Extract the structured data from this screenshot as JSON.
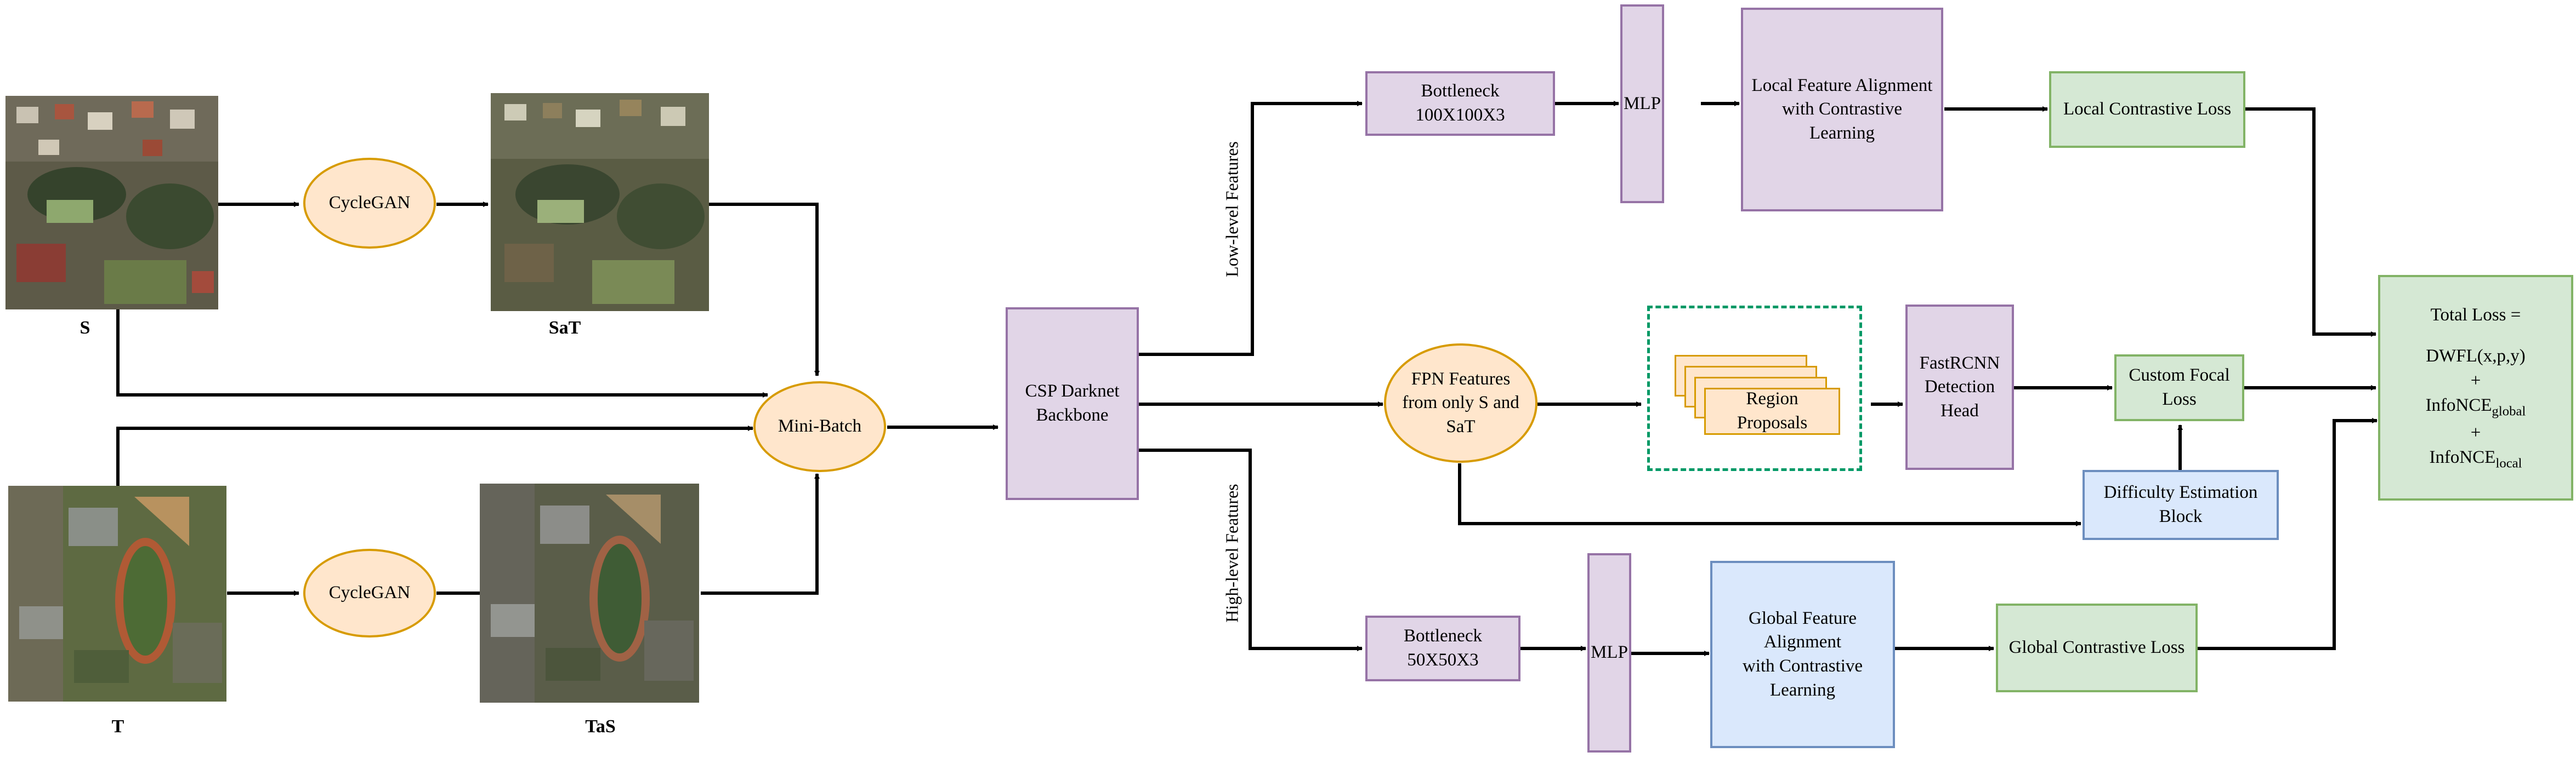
{
  "images": {
    "s": "S",
    "sat": "SaT",
    "t": "T",
    "tas": "TaS"
  },
  "nodes": {
    "cyclegan_top": "CycleGAN",
    "cyclegan_bottom": "CycleGAN",
    "mini_batch": "Mini-Batch",
    "backbone_line1": "CSP Darknet",
    "backbone_line2": "Backbone",
    "bottleneck_low_line1": "Bottleneck",
    "bottleneck_low_line2": "100X100X3",
    "mlp_low": "MLP",
    "local_align_line1": "Local Feature Alignment",
    "local_align_line2": "with Contrastive",
    "local_align_line3": "Learning",
    "local_loss": "Local Contrastive Loss",
    "fpn_line1": "FPN Features",
    "fpn_line2": "from only S and",
    "fpn_line3": "SaT",
    "region_line1": "Region",
    "region_line2": "Proposals",
    "fastrcnn_line1": "FastRCNN",
    "fastrcnn_line2": "Detection",
    "fastrcnn_line3": "Head",
    "focal_line1": "Custom Focal",
    "focal_line2": "Loss",
    "difficulty_line1": "Difficulty Estimation",
    "difficulty_line2": "Block",
    "bottleneck_high_line1": "Bottleneck",
    "bottleneck_high_line2": "50X50X3",
    "mlp_high": "MLP",
    "global_align_line1": "Global Feature",
    "global_align_line2": "Alignment",
    "global_align_line3": "with Contrastive",
    "global_align_line4": "Learning",
    "global_loss": "Global Contrastive Loss",
    "total_title": "Total Loss =",
    "total_term1": "DWFL(x,p,y)",
    "plus1": "+",
    "total_term2_main": "InfoNCE",
    "total_term2_sub": "global",
    "plus2": "+",
    "total_term3_main": "InfoNCE",
    "total_term3_sub": "local"
  },
  "edge_labels": {
    "low_level": "Low-level Features",
    "high_level": "High-level Features"
  }
}
